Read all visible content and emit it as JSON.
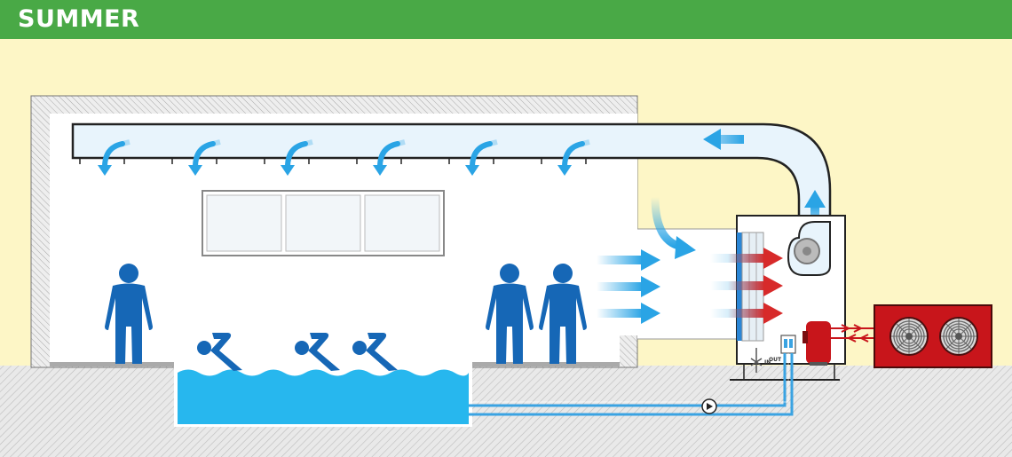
{
  "header": {
    "title": "SUMMER"
  },
  "colors": {
    "header_green": "#49a946",
    "wall_background": "#fdf6c6",
    "person_blue": "#1667b6",
    "pool_water": "#27b7ee",
    "air_arrow_blue": "#2aa4e5",
    "air_arrow_red": "#d72a2a",
    "outdoor_unit_red": "#c8151b",
    "pipe_blue": "#3aa3e2"
  },
  "icons": [
    "person-icon",
    "swimmer-icon",
    "fan-icon",
    "pump-icon",
    "compressor-icon"
  ],
  "unit": {
    "pipe_in_label": "IN",
    "pipe_out_label": "OUT"
  }
}
